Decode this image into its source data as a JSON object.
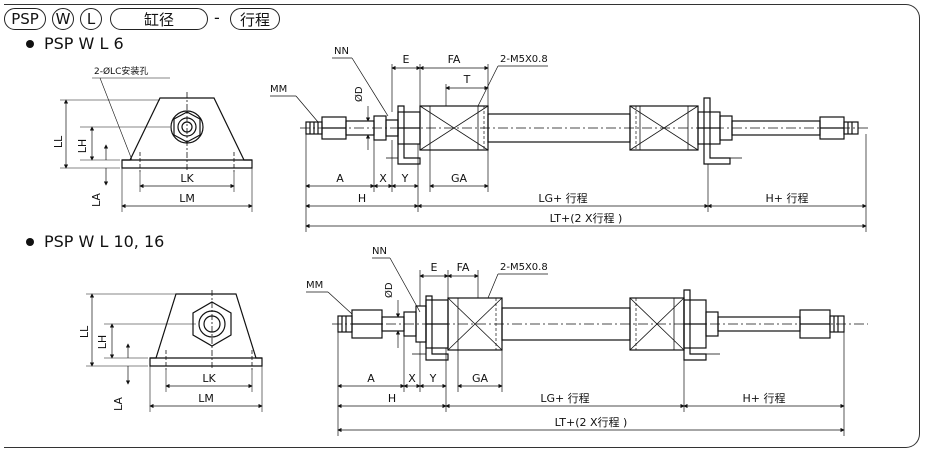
{
  "header": {
    "codes": [
      "PSP",
      "W",
      "L",
      "缸径",
      "行程"
    ],
    "separator": "-"
  },
  "sections": [
    {
      "title": "PSP W L 6"
    },
    {
      "title": "PSP W L 10, 16"
    }
  ],
  "labels": {
    "mm": "MM",
    "nn": "NN",
    "phi_d": "ØD",
    "e": "E",
    "fa": "FA",
    "t": "T",
    "port": "2-M5X0.8",
    "a": "A",
    "x": "X",
    "y": "Y",
    "ga": "GA",
    "h": "H",
    "lg": "LG+ 行程",
    "h_stroke": "H+ 行程",
    "lt": "LT+(2 X行程 )",
    "ll": "LL",
    "lh": "LH",
    "la": "LA",
    "lk": "LK",
    "lm": "LM",
    "lc_hole": "2-ØLC安装孔"
  }
}
